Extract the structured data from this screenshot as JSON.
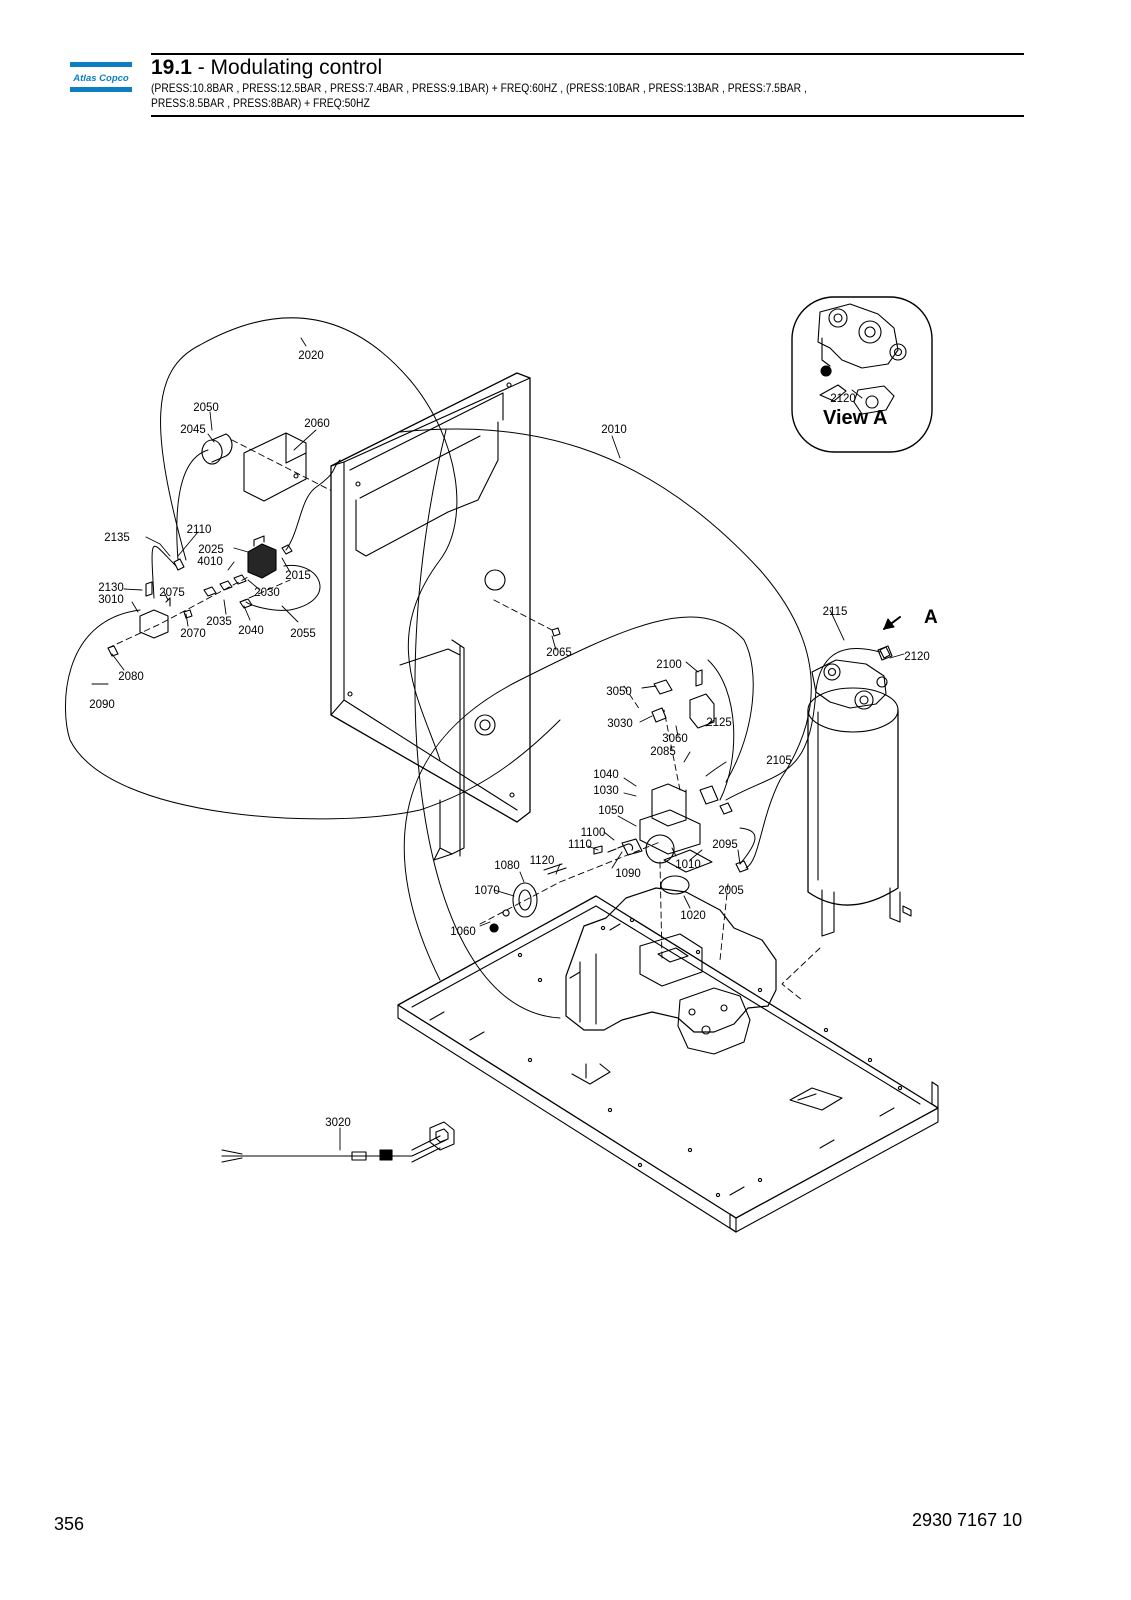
{
  "header": {
    "section_number": "19.1",
    "section_sep": " - ",
    "section_title": "Modulating control",
    "subtitle_line1": "(PRESS:10.8BAR , PRESS:12.5BAR , PRESS:7.4BAR , PRESS:9.1BAR) + FREQ:60HZ , (PRESS:10BAR , PRESS:13BAR , PRESS:7.5BAR ,",
    "subtitle_line2": "PRESS:8.5BAR , PRESS:8BAR) + FREQ:50HZ"
  },
  "logo": {
    "text": "Atlas Copco",
    "color": "#0b7fc1"
  },
  "diagram": {
    "view_label": "View A",
    "view_arrow_label": "A",
    "inset_callout": "2120",
    "callouts": [
      "2020",
      "2050",
      "2045",
      "2060",
      "2010",
      "2135",
      "2110",
      "2025",
      "4010",
      "2015",
      "2130",
      "3010",
      "2075",
      "2030",
      "2035",
      "2040",
      "2070",
      "2055",
      "2080",
      "2090",
      "2065",
      "2115",
      "2120",
      "2100",
      "3050",
      "3030",
      "3060",
      "2125",
      "2085",
      "2105",
      "1040",
      "1030",
      "1050",
      "1100",
      "1110",
      "2095",
      "1080",
      "1120",
      "1090",
      "1010",
      "1070",
      "2005",
      "1020",
      "1060",
      "3020"
    ]
  },
  "footer": {
    "page_number": "356",
    "document_number": "2930 7167 10"
  }
}
